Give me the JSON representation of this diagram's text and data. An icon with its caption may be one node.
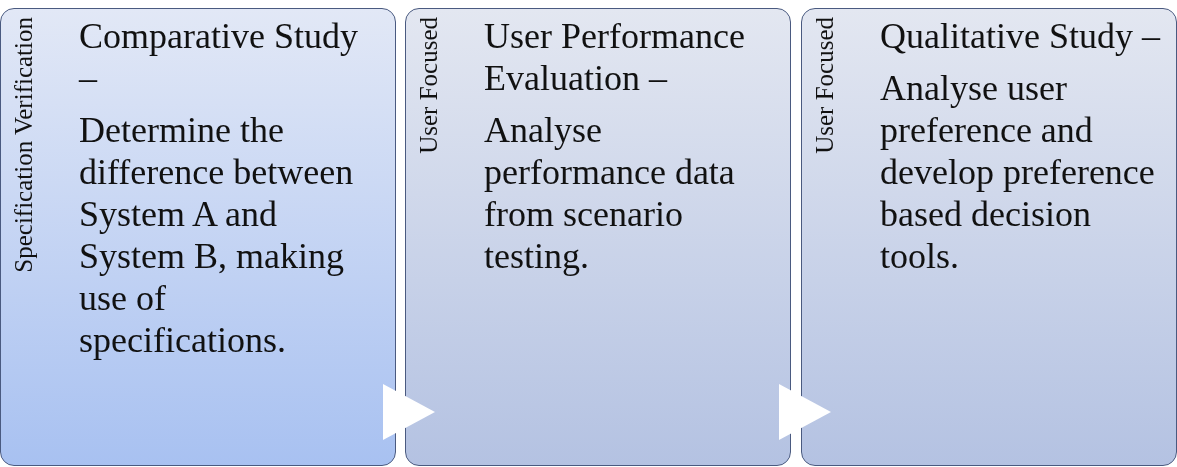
{
  "diagram": {
    "nodes": [
      {
        "text": [
          "Specification Verification",
          "Comparative Study –",
          "Determine the difference between System A and System B, making use of specifications."
        ]
      },
      {
        "text": [
          "User Focused",
          "User Performance Evaluation –",
          "Analyse performance data from scenario testing."
        ]
      },
      {
        "text": [
          "User Focused",
          "Qualitative Study –",
          "Analyse user preference and develop preference based decision tools."
        ]
      }
    ],
    "edges": [
      {
        "from": 0,
        "to": 1,
        "arrow": "to"
      },
      {
        "from": 1,
        "to": 2,
        "arrow": "to"
      }
    ]
  }
}
